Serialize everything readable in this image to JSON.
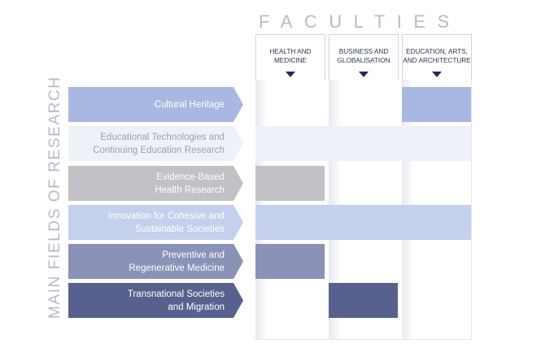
{
  "header": {
    "title": "FACULTIES"
  },
  "sidebar": {
    "title": "MAIN FIELDS OF RESEARCH"
  },
  "faculties": [
    {
      "label": "HEALTH AND MEDICINE"
    },
    {
      "label": "BUSINESS AND GLOBALISATION"
    },
    {
      "label": "EDUCATION, ARTS, AND ARCHITECTURE"
    }
  ],
  "fields": [
    {
      "label": "Cultural Heritage",
      "color": "#a9b8e0"
    },
    {
      "label": "Educational Technologies and Continuing Education Research",
      "color": "#eef1f7"
    },
    {
      "label": "Evidence-Based Health Research",
      "color": "#c1c1c6"
    },
    {
      "label": "Innovation for Cohesive and Sustainable Societies",
      "color": "#c5d0ed"
    },
    {
      "label": "Preventive and Regenerative Medicine",
      "color": "#8a92b8"
    },
    {
      "label": "Transnational Societies and Migration",
      "color": "#58618e"
    }
  ],
  "colors": {
    "arrow": "#1f2d5a",
    "title": "#b5bbcf"
  }
}
